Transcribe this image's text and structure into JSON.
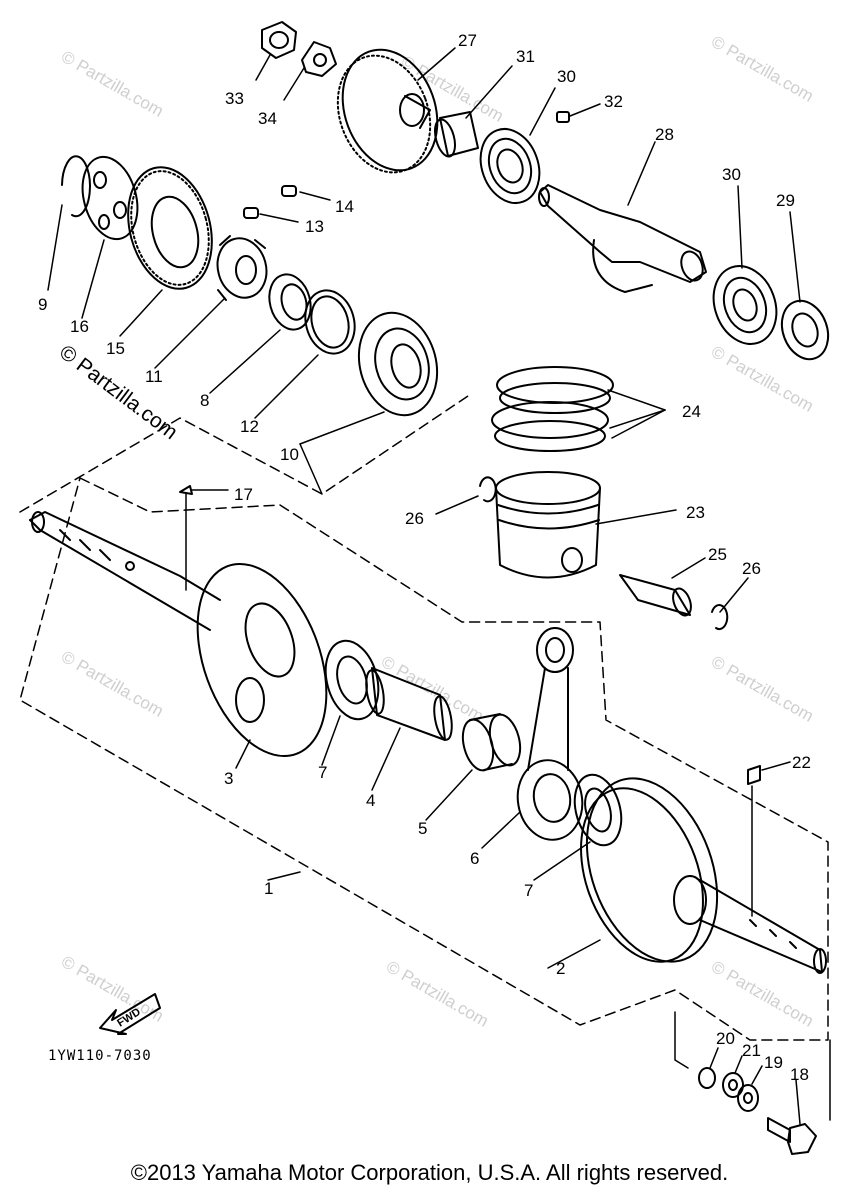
{
  "diagram": {
    "callouts": {
      "c1": "1",
      "c2": "2",
      "c3": "3",
      "c4": "4",
      "c5": "5",
      "c6": "6",
      "c7a": "7",
      "c7b": "7",
      "c8": "8",
      "c9": "9",
      "c10": "10",
      "c11": "11",
      "c12": "12",
      "c13": "13",
      "c14": "14",
      "c15": "15",
      "c16": "16",
      "c17": "17",
      "c18": "18",
      "c19": "19",
      "c20": "20",
      "c21": "21",
      "c22": "22",
      "c23": "23",
      "c24": "24",
      "c25": "25",
      "c26a": "26",
      "c26b": "26",
      "c27": "27",
      "c28": "28",
      "c29": "29",
      "c30a": "30",
      "c30b": "30",
      "c31": "31",
      "c32": "32",
      "c33": "33",
      "c34": "34"
    },
    "fwd_label": "FWD",
    "part_code": "1YW110-7030",
    "watermark_main": "© Partzilla.com",
    "watermark_faint": "© Partzilla.com"
  },
  "footer": {
    "copyright": "©2013 Yamaha Motor Corporation, U.S.A. All rights reserved."
  }
}
